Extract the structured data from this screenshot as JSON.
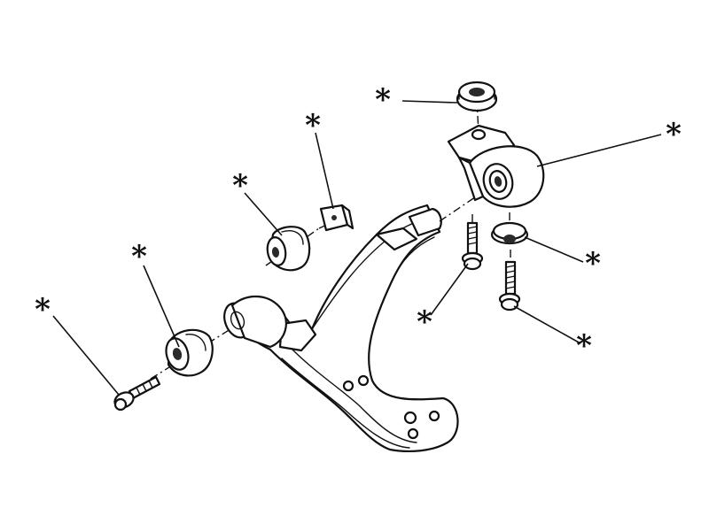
{
  "callouts": [
    {
      "id": "bolt-front-left",
      "label": "*"
    },
    {
      "id": "bush-front-large",
      "label": "*"
    },
    {
      "id": "bush-front-small",
      "label": "*"
    },
    {
      "id": "clip-nut",
      "label": "*"
    },
    {
      "id": "washer-top",
      "label": "*"
    },
    {
      "id": "rear-bracket-bush",
      "label": "*"
    },
    {
      "id": "bolt-rear-left",
      "label": "*"
    },
    {
      "id": "washer-rear",
      "label": "*"
    },
    {
      "id": "bolt-rear-right",
      "label": "*"
    }
  ]
}
